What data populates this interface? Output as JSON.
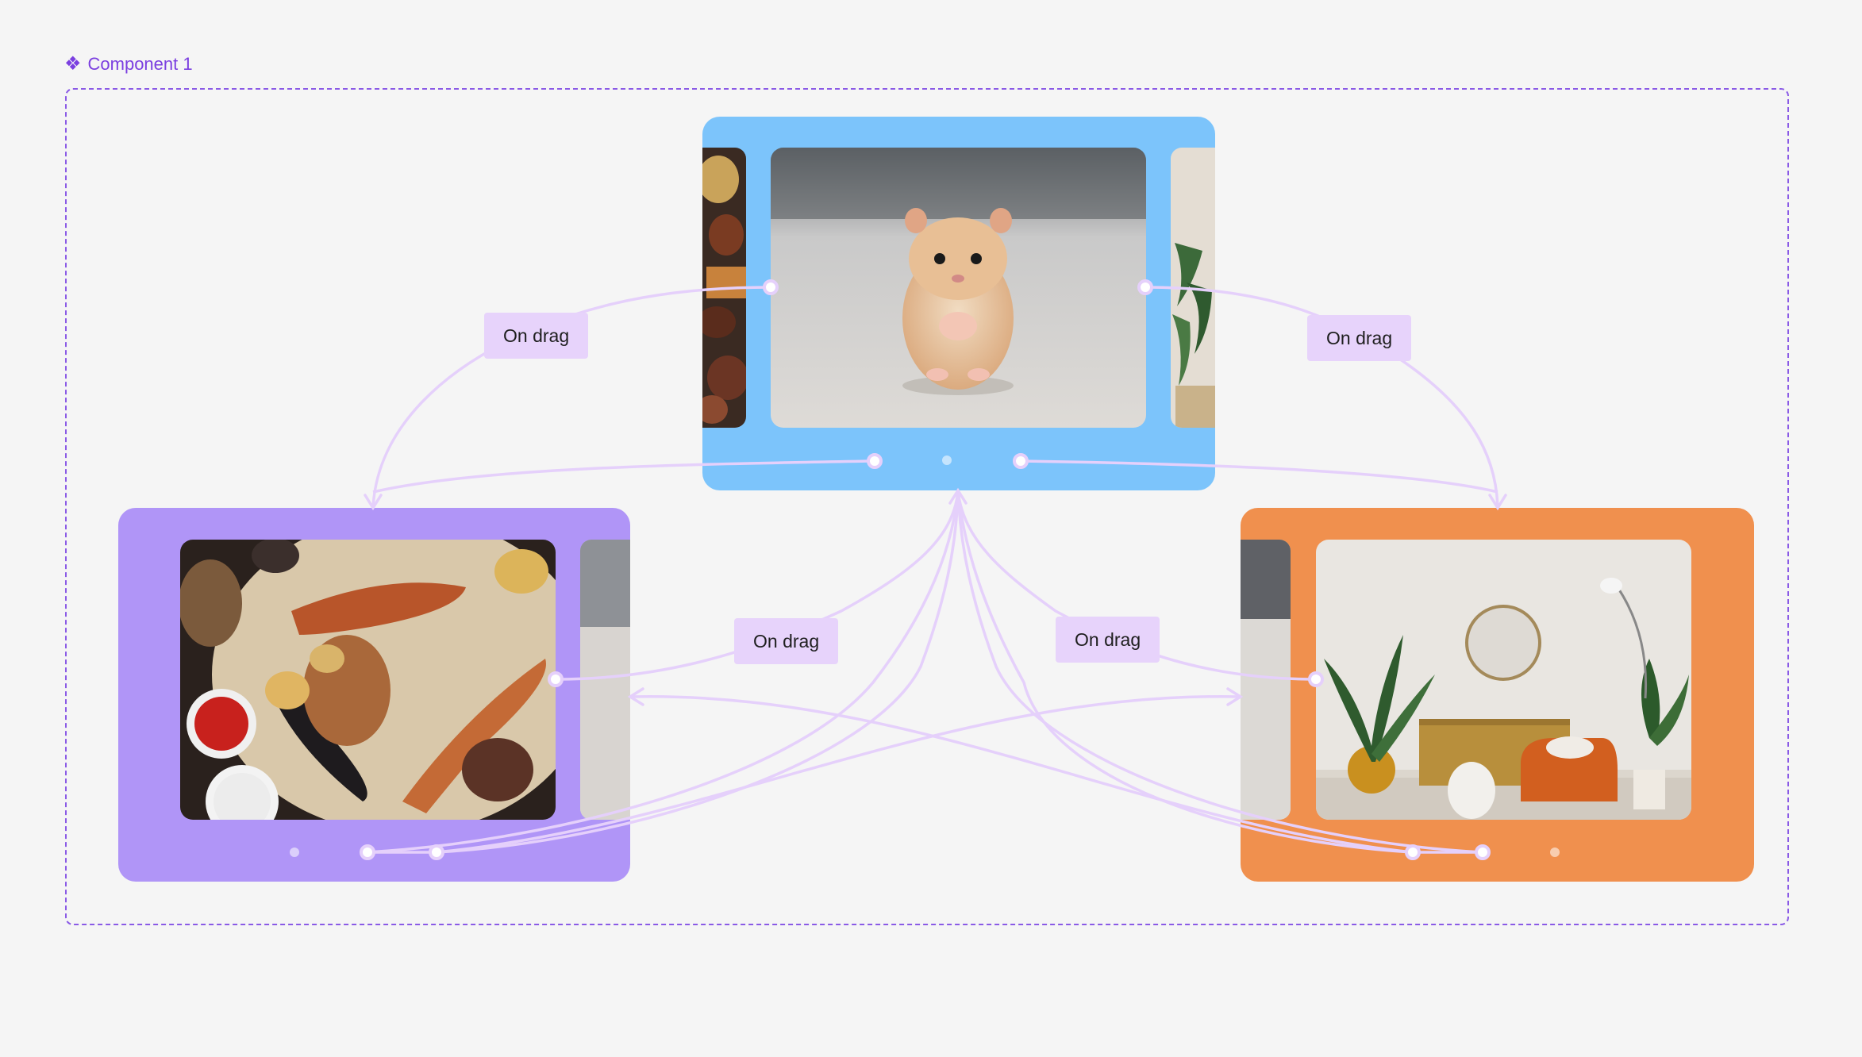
{
  "component": {
    "icon": "component-diamond-icon",
    "label": "Component 1",
    "accent_color": "#7b3fe0"
  },
  "variants": [
    {
      "name": "variant-blue",
      "background": "#7cc4fb",
      "active_image": "hamster-photo"
    },
    {
      "name": "variant-purple",
      "background": "#b095f7",
      "active_image": "kebab-platter-photo"
    },
    {
      "name": "variant-orange",
      "background": "#f0904e",
      "active_image": "living-room-photo"
    }
  ],
  "interactions": {
    "trigger_label_1": "On drag",
    "trigger_label_2": "On drag",
    "trigger_label_3": "On drag",
    "trigger_label_4": "On drag",
    "connector_color": "#e5d0fb"
  }
}
